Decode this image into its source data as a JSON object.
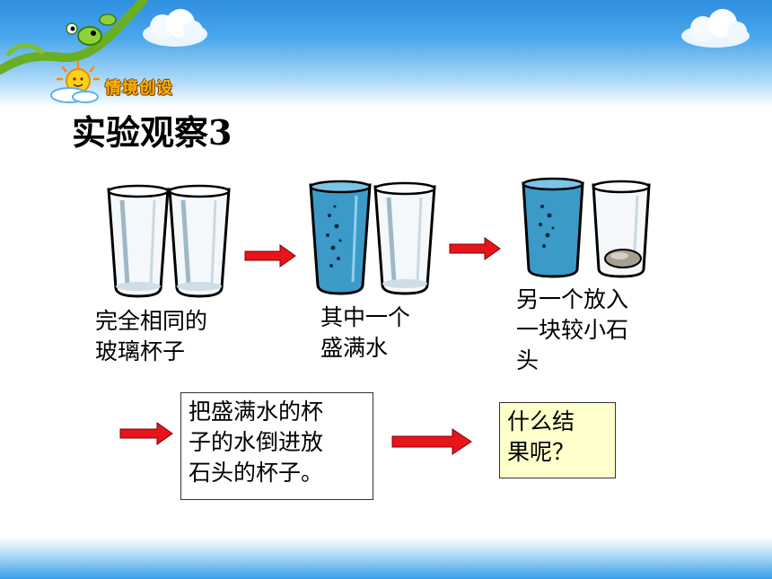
{
  "header": {
    "badge_label": "情境创设",
    "title": "实验观察3"
  },
  "steps": {
    "step1_caption": "完全相同的\n玻璃杯子",
    "step2_caption": "其中一个\n盛满水",
    "step3_caption": "另一个放入\n一块较小石\n头",
    "step4_text": "把盛满水的杯\n子的水倒进放\n石头的杯子。",
    "step5_text": "什么结\n果呢？"
  },
  "colors": {
    "arrow": "#e8141c",
    "water": "#3c9ac8",
    "highlight_box": "#ffffcc"
  }
}
